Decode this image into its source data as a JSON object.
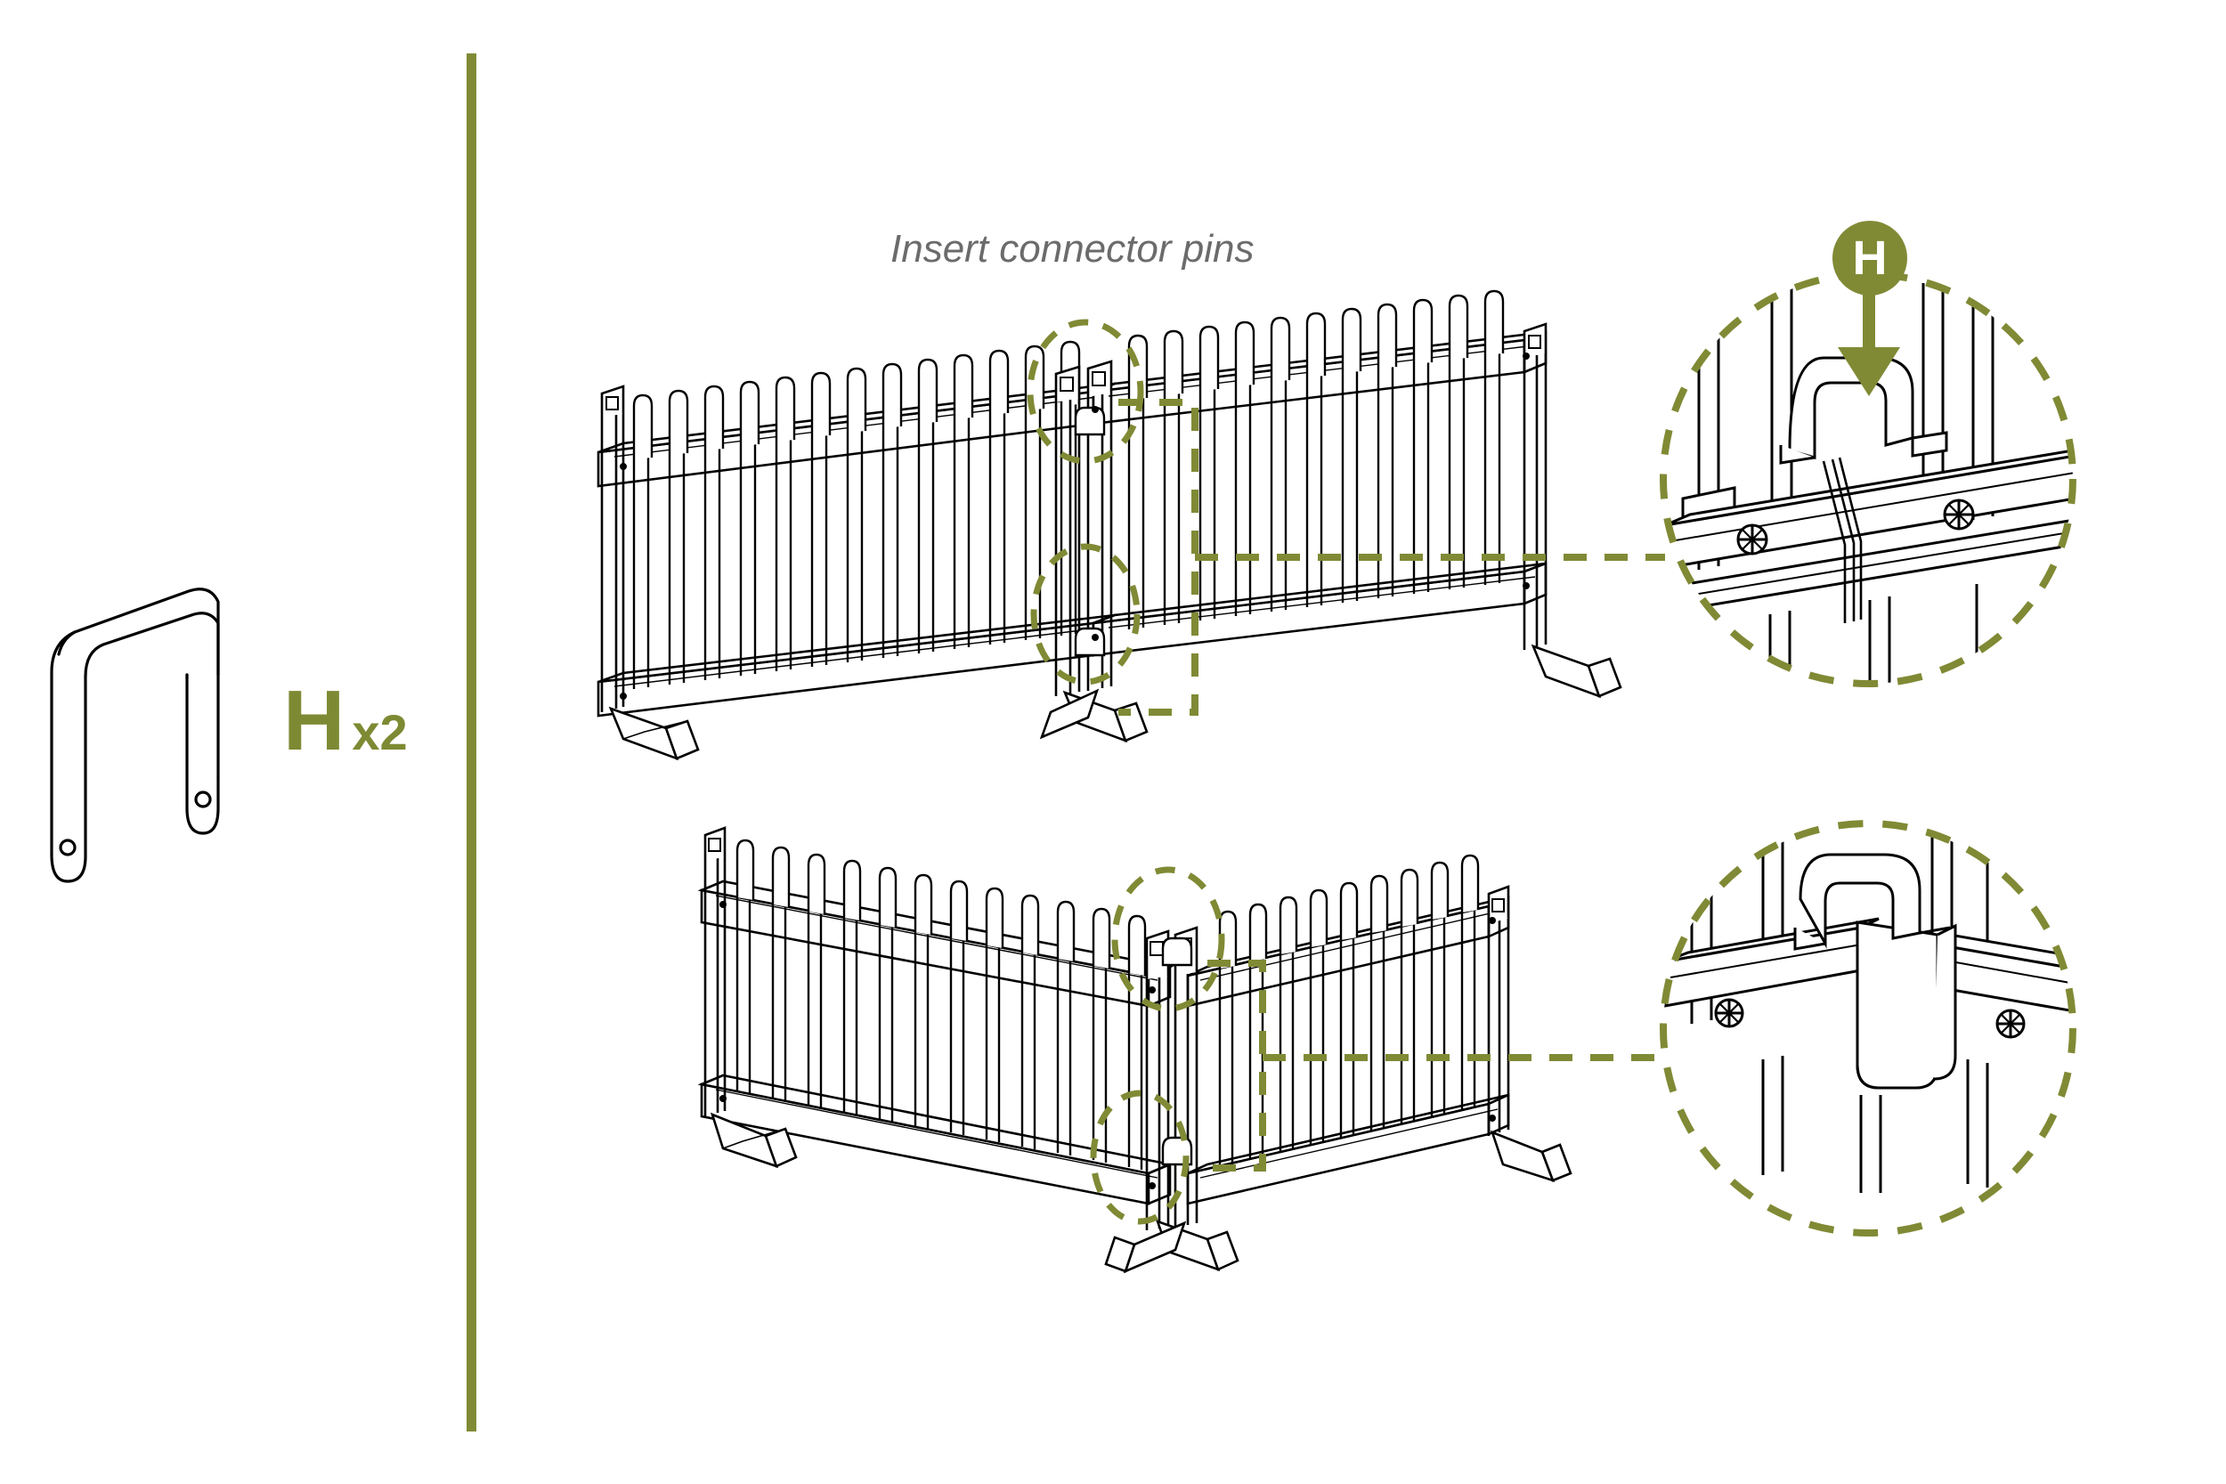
{
  "page": {
    "background_color": "#ffffff",
    "accent_color": "#808a35",
    "line_color": "#000000",
    "text_color": "#6b6b6b"
  },
  "divider": {
    "name": "vertical-rule",
    "color": "#808a35"
  },
  "part": {
    "letter": "H",
    "quantity": "x2",
    "name": "connector pin",
    "shape": "u-shaped-staple-with-end-holes"
  },
  "step": {
    "title": "Insert connector pins"
  },
  "callout_badge": {
    "letter": "H",
    "arrow": "down-arrow",
    "color": "#808a35"
  },
  "illustrations": [
    {
      "id": "straight-run",
      "caption": "Two fence panels joined in a straight line",
      "highlight_circles": 2,
      "detail_link": "detail-top"
    },
    {
      "id": "corner-run",
      "caption": "Two fence panels joined at a corner",
      "highlight_circles": 2,
      "detail_link": "detail-bottom"
    }
  ],
  "details": [
    {
      "id": "detail-top",
      "caption": "Connector pin being dropped into the post sockets",
      "screw_count": 2,
      "badge": "H"
    },
    {
      "id": "detail-bottom",
      "caption": "Connector pin seated in the corner joint",
      "screw_count": 2
    }
  ],
  "chart_data": null
}
